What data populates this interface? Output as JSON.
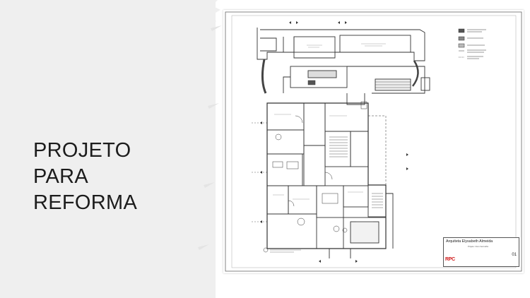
{
  "slide": {
    "title_lines": [
      "PROJETO",
      "PARA",
      "REFORMA"
    ]
  },
  "title_block": {
    "architect": "Arquiteta Elysabeth Almeida",
    "subtitle": "Projeto: Ouro Vermelho",
    "logo_text": "RPC",
    "sheet_number": "01"
  },
  "icons": {
    "brush": "brush-stroke-edge",
    "plan": "floor-plan-drawing"
  },
  "colors": {
    "panel_bg": "#efefef",
    "title_text": "#1c1c1c",
    "logo_red": "#d11a1a",
    "plan_line": "#333333"
  }
}
